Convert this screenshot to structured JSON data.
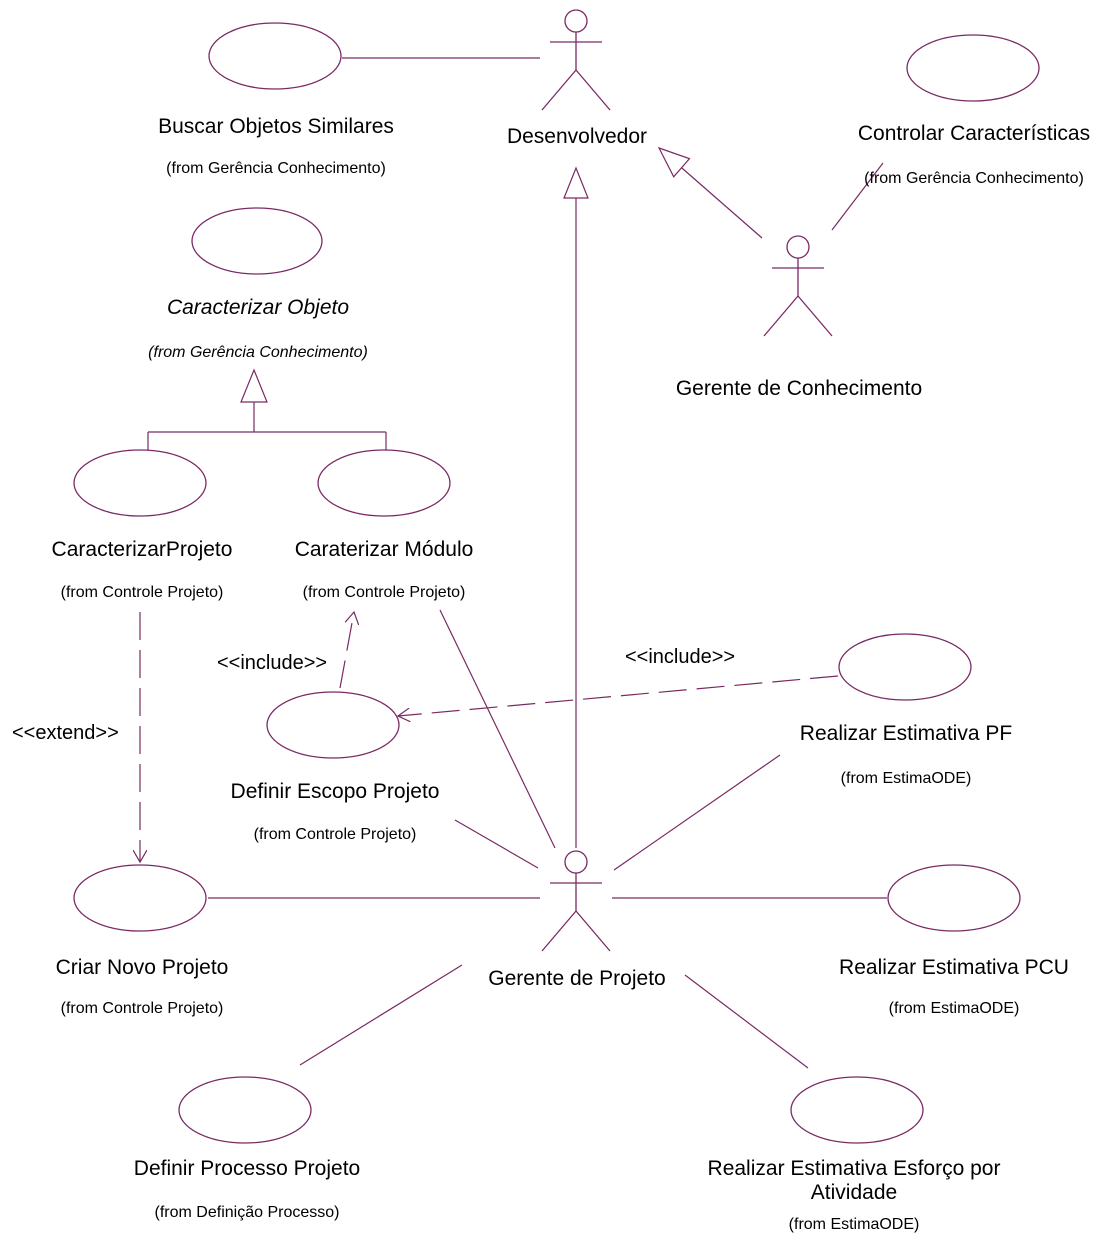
{
  "colors": {
    "line": "#7a2a63",
    "text": "#000000",
    "background": "#ffffff"
  },
  "actors": {
    "desenvolvedor": "Desenvolvedor",
    "gerente_conhecimento": "Gerente de Conhecimento",
    "gerente_projeto": "Gerente de Projeto"
  },
  "use_cases": {
    "buscar_objetos": {
      "name": "Buscar Objetos Similares",
      "from": "(from Gerência Conhecimento)"
    },
    "controlar_caracteristicas": {
      "name": "Controlar Características",
      "from": "(from Gerência Conhecimento)"
    },
    "caracterizar_objeto": {
      "name": "Caracterizar Objeto",
      "from": "(from Gerência Conhecimento)"
    },
    "caracterizar_projeto": {
      "name": "CaracterizarProjeto",
      "from": "(from Controle Projeto)"
    },
    "caraterizar_modulo": {
      "name": "Caraterizar Módulo",
      "from": "(from Controle Projeto)"
    },
    "definir_escopo": {
      "name": "Definir Escopo Projeto",
      "from": "(from Controle Projeto)"
    },
    "realizar_estimativa_pf": {
      "name": "Realizar Estimativa PF",
      "from": "(from EstimaODE)"
    },
    "criar_novo_projeto": {
      "name": "Criar Novo Projeto",
      "from": "(from Controle Projeto)"
    },
    "realizar_estimativa_pcu": {
      "name": "Realizar Estimativa PCU",
      "from": "(from EstimaODE)"
    },
    "definir_processo": {
      "name": "Definir Processo Projeto",
      "from": "(from Definição Processo)"
    },
    "realizar_estimativa_esforco": {
      "name": "Realizar Estimativa Esforço por Atividade",
      "from": "(from EstimaODE)"
    }
  },
  "stereotypes": {
    "include_modulo": "<<include>>",
    "include_pf": "<<include>>",
    "extend": "<<extend>>"
  }
}
